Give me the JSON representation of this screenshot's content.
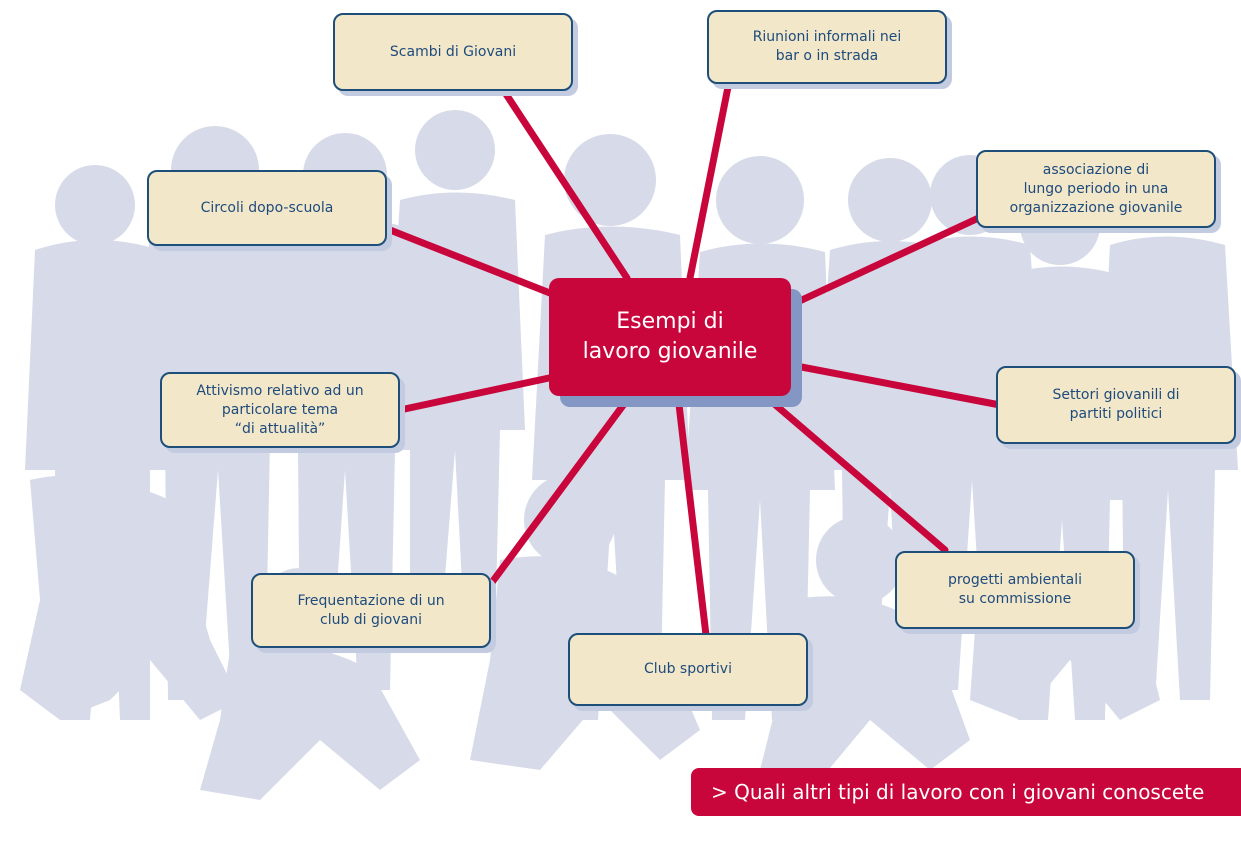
{
  "colors": {
    "connector": "#c8063c",
    "node_fill": "#f3e7c9",
    "node_border": "#1d4f7a",
    "node_text": "#1e4b7d",
    "center_fill": "#c8063c",
    "silhouette": "#d7dbe9"
  },
  "center": {
    "label": "Esempi di\nlavoro giovanile"
  },
  "nodes": [
    {
      "id": "scambi",
      "label": "Scambi di Giovani"
    },
    {
      "id": "riunioni",
      "label": "Riunioni informali nei\nbar o in strada"
    },
    {
      "id": "circoli",
      "label": "Circoli dopo-scuola"
    },
    {
      "id": "associazione",
      "label": "associazione di\nlungo periodo in una\norganizzazione giovanile"
    },
    {
      "id": "attivismo",
      "label": "Attivismo relativo ad un\nparticolare tema\n“di attualità”"
    },
    {
      "id": "settori",
      "label": "Settori giovanili di\npartiti politici"
    },
    {
      "id": "frequentazione",
      "label": "Frequentazione di un\nclub di giovani"
    },
    {
      "id": "progetti",
      "label": "progetti ambientali\nsu commissione"
    },
    {
      "id": "club",
      "label": "Club sportivi"
    }
  ],
  "question": "> Quali altri tipi di lavoro con i giovani conoscete"
}
